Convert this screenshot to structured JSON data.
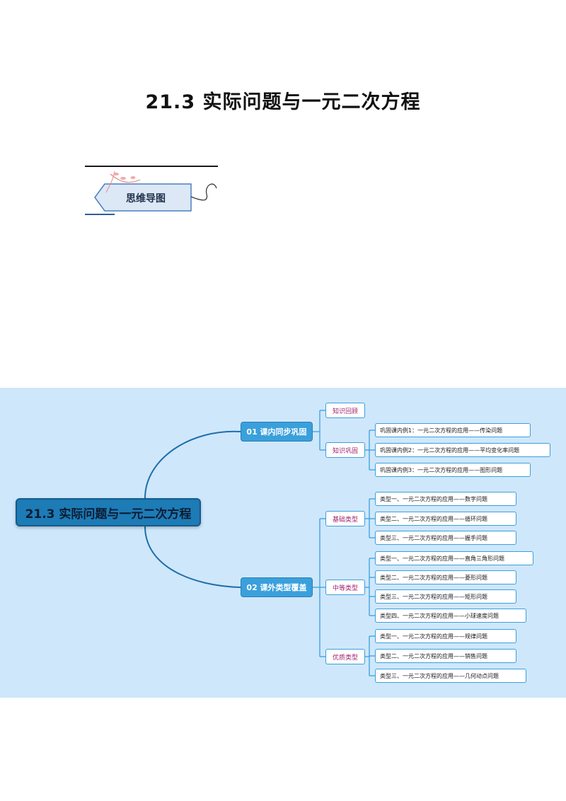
{
  "page_title": "21.3  实际问题与一元二次方程",
  "badge": {
    "label": "思维导图"
  },
  "mindmap": {
    "root": "21.3  实际问题与一元二次方程",
    "branch1": {
      "label": "01  课内同步巩固",
      "sub1": {
        "label": "知识回顾"
      },
      "sub2": {
        "label": "知识巩固",
        "items": [
          "巩固课内例1：一元二次方程的应用——传染问题",
          "巩固课内例2：一元二次方程的应用——平均变化率问题",
          "巩固课内例3：一元二次方程的应用——图形问题"
        ]
      }
    },
    "branch2": {
      "label": "02  课外类型覆盖",
      "sub1": {
        "label": "基础类型",
        "items": [
          "类型一、一元二次方程的应用——数字问题",
          "类型二、一元二次方程的应用——循环问题",
          "类型三、一元二次方程的应用——握手问题"
        ]
      },
      "sub2": {
        "label": "中等类型",
        "items": [
          "类型一、一元二次方程的应用——直角三角形问题",
          "类型二、一元二次方程的应用——菱形问题",
          "类型三、一元二次方程的应用——矩形问题",
          "类型四、一元二次方程的应用——小球速度问题"
        ]
      },
      "sub3": {
        "label": "优质类型",
        "items": [
          "类型一、一元二次方程的应用——规律问题",
          "类型二、一元二次方程的应用——销售问题",
          "类型三、一元二次方程的应用——几何动点问题"
        ]
      }
    }
  }
}
